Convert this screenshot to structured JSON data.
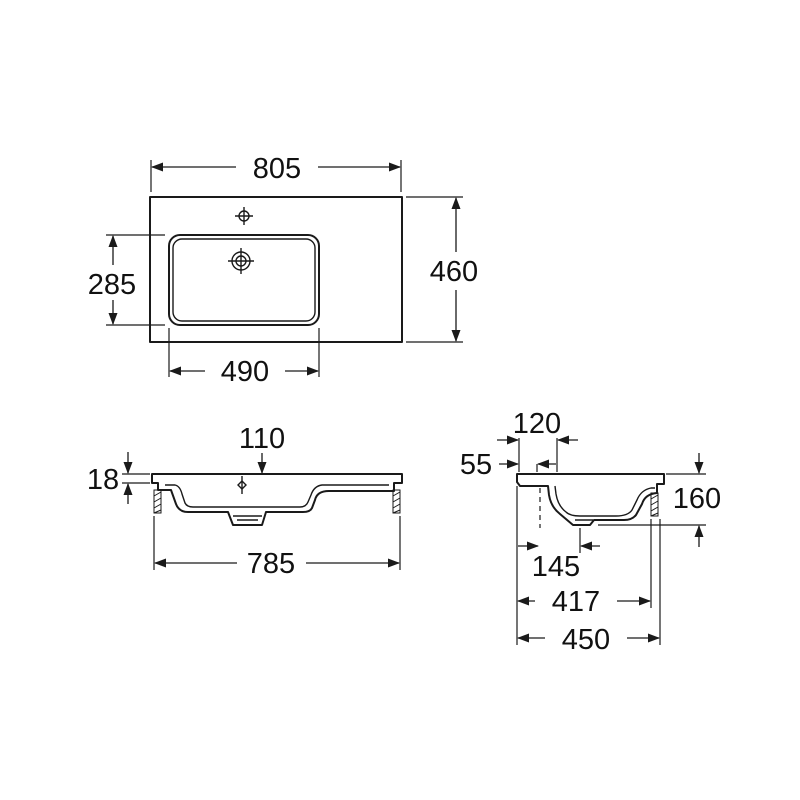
{
  "dimensions": {
    "top_width": "805",
    "top_depth": "460",
    "bowl_depth": "285",
    "bowl_width": "490",
    "front_rim_thickness": "18",
    "front_tap_offset": "110",
    "front_width": "785",
    "side_tap_offset": "120",
    "side_rim_offset": "55",
    "side_height": "160",
    "side_waste_offset": "145",
    "side_inner_depth": "417",
    "side_total_depth": "450"
  },
  "colors": {
    "line": "#1a1a1a",
    "text": "#111111",
    "background": "#ffffff"
  }
}
